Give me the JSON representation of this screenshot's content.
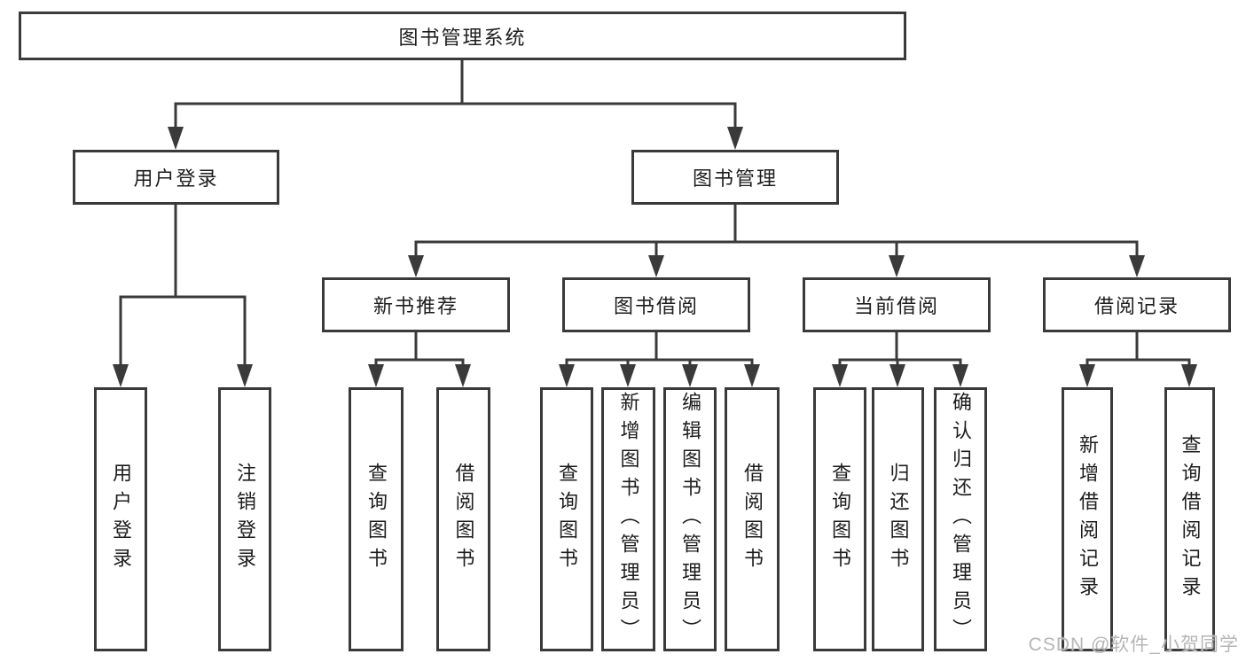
{
  "nodes": {
    "root": "图书管理系统",
    "userLogin": "用户登录",
    "bookManagement": "图书管理",
    "newBookRecommend": "新书推荐",
    "bookBorrow": "图书借阅",
    "currentBorrow": "当前借阅",
    "borrowRecords": "借阅记录",
    "leafUserLogin": "用户登录",
    "leafLogout": "注销登录",
    "leafQueryBookA": "查询图书",
    "leafBorrowBookA": "借阅图书",
    "leafQueryBookB": "查询图书",
    "leafAddBookAdmin": "新增图书（管理员）",
    "leafEditBookAdmin": "编辑图书（管理员）",
    "leafBorrowBookB": "借阅图书",
    "leafQueryBookC": "查询图书",
    "leafReturnBook": "归还图书",
    "leafConfirmReturnAdmin": "确认归还（管理员）",
    "leafAddBorrowRecord": "新增借阅记录",
    "leafQueryBorrowRecord": "查询借阅记录"
  },
  "watermark": "CSDN @软件_小贺同学",
  "colors": {
    "line": "#3a3a3a",
    "background": "#ffffff",
    "watermark": "#b6b6b6"
  }
}
